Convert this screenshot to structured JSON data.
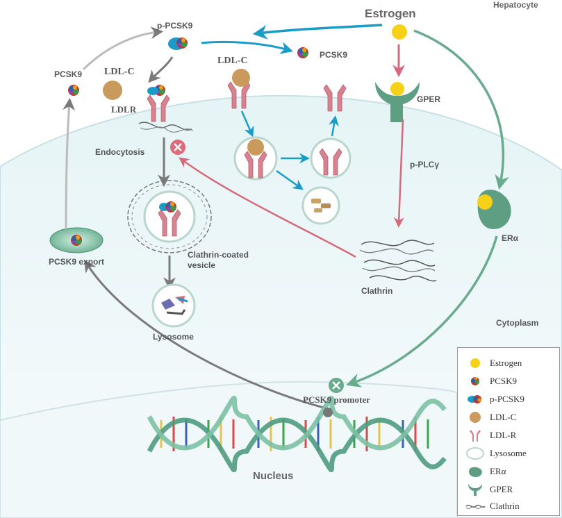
{
  "labels": {
    "hepatocyte": "Hepatocyte",
    "estrogen": "Estrogen",
    "p_pcsk9": "p-PCSK9",
    "pcsk9_top": "PCSK9",
    "pcsk9_left": "PCSK9",
    "ldlc_left": "LDL-C",
    "ldlc_mid": "LDL-C",
    "ldlr": "LDLR",
    "gper": "GPER",
    "endocytosis": "Endocytosis",
    "p_plc": "p-PLCγ",
    "era": "ERα",
    "clathrin_coated_vesicle_1": "Clathrin-coated",
    "clathrin_coated_vesicle_2": "vesicle",
    "clathrin": "Clathrin",
    "lysosome": "Lysosome",
    "pcsk9_export": "PCSK9 export",
    "cytoplasm": "Cytoplasm",
    "pcsk9_promoter": "PCSK9 promoter",
    "nucleus": "Nucleus"
  },
  "legend": [
    {
      "icon": "estrogen-icon",
      "label": "Estrogen"
    },
    {
      "icon": "pcsk9-icon",
      "label": "PCSK9"
    },
    {
      "icon": "p-pcsk9-icon",
      "label": "p-PCSK9"
    },
    {
      "icon": "ldl-c-icon",
      "label": "LDL-C"
    },
    {
      "icon": "ldl-r-icon",
      "label": "LDL-R"
    },
    {
      "icon": "lysosome-icon",
      "label": "Lysosome"
    },
    {
      "icon": "era-icon",
      "label": "ERα"
    },
    {
      "icon": "gper-icon",
      "label": "GPER"
    },
    {
      "icon": "clathrin-icon",
      "label": "Clathrin"
    }
  ],
  "colors": {
    "estrogen": "#f7d117",
    "ldl_c": "#c99a5b",
    "receptor": "#d9828f",
    "green_pathway": "#6aab8e",
    "blue_pathway": "#1a9cc8",
    "pink_pathway": "#d66a7c",
    "gray_pathway": "#7a7a7a",
    "membrane_fill": "#eef7f8"
  }
}
